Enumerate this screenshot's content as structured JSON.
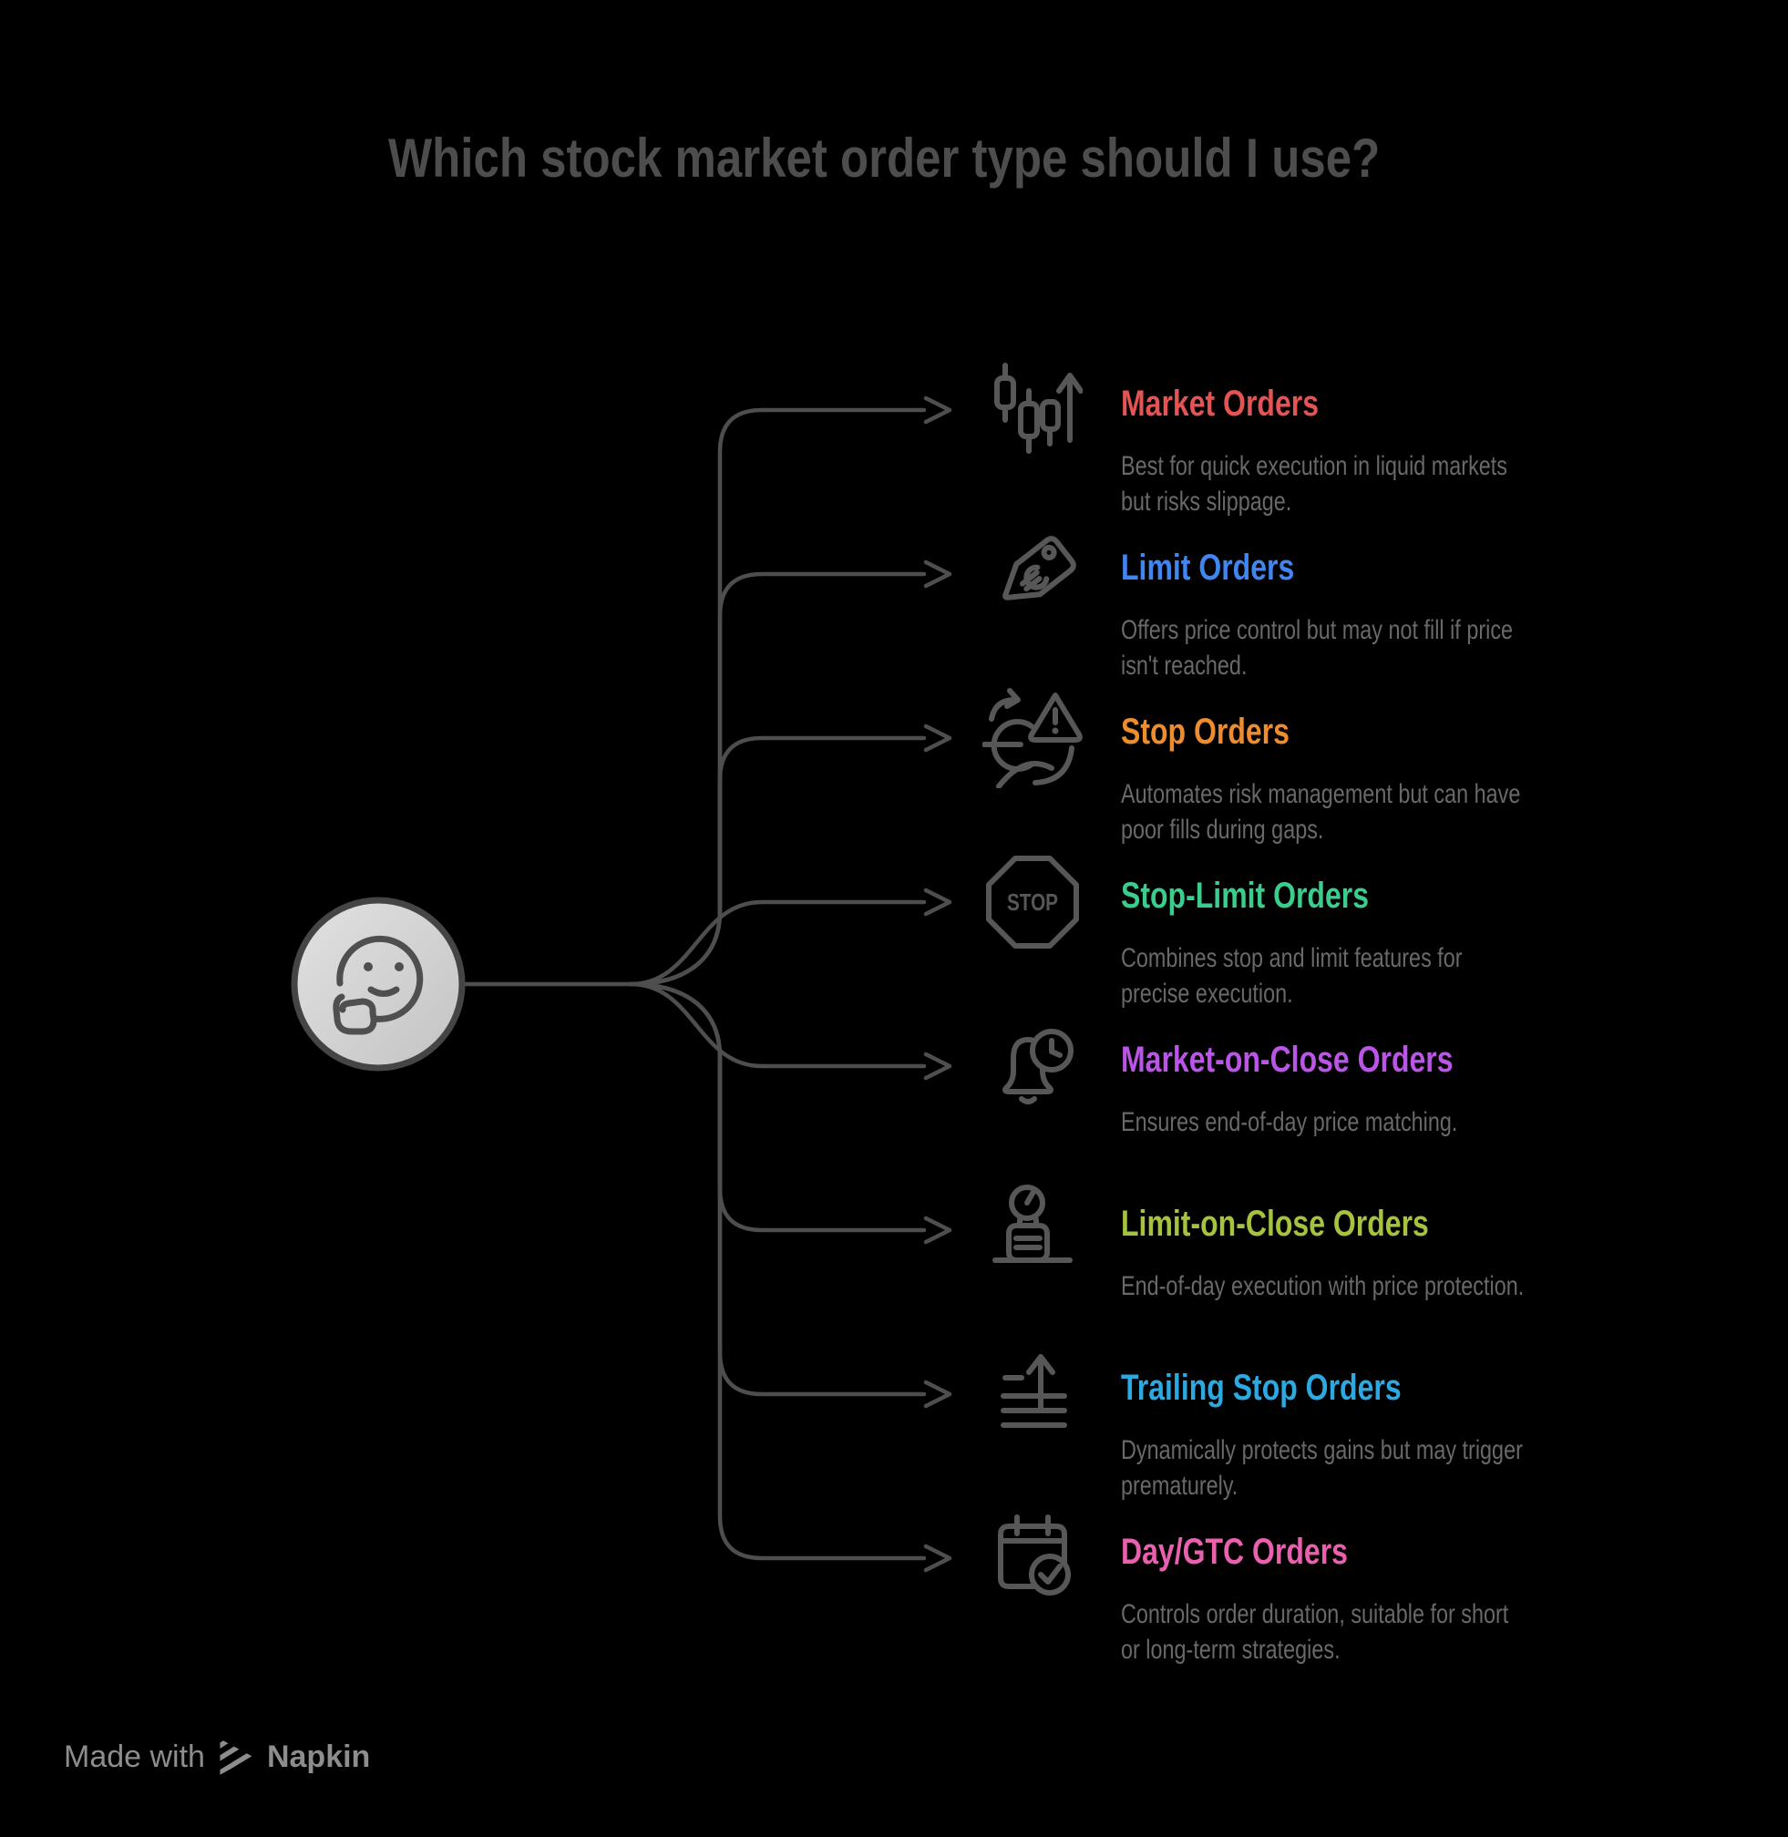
{
  "title": {
    "text": "Which stock market order type should I use?",
    "color": "#4d4d4d"
  },
  "center": {
    "icon": "thinking-face",
    "circle_fill_top": "#e2e2e2",
    "circle_fill_bottom": "#c3c3c3",
    "ring_color": "#454545"
  },
  "style": {
    "background": "#000000",
    "connector_color": "#4e4e4e",
    "icon_color": "#575757",
    "description_color": "#696969",
    "footer_color": "#8d8d8d"
  },
  "items": [
    {
      "title": "Market Orders",
      "color": "#e45454",
      "icon": "candlestick-chart",
      "description": "Best for quick execution in liquid markets\nbut risks slippage."
    },
    {
      "title": "Limit Orders",
      "color": "#4186f0",
      "icon": "price-tag",
      "description": "Offers price control but may not fill if price\nisn't reached."
    },
    {
      "title": "Stop Orders",
      "color": "#ee8d2e",
      "icon": "currency-warning",
      "description": "Automates risk management but can have\npoor fills during gaps."
    },
    {
      "title": "Stop-Limit Orders",
      "color": "#3bcd8e",
      "icon": "stop-sign",
      "icon_text": "STOP",
      "description": "Combines stop and limit features for\nprecise execution."
    },
    {
      "title": "Market-on-Close Orders",
      "color": "#ba55e8",
      "icon": "bell-clock",
      "description": "Ensures end-of-day price matching."
    },
    {
      "title": "Limit-on-Close Orders",
      "color": "#a5c33e",
      "icon": "gauge-bag",
      "description": "End-of-day execution with price protection."
    },
    {
      "title": "Trailing Stop Orders",
      "color": "#2ba9e0",
      "icon": "trailing-arrow",
      "description": "Dynamically protects gains but may trigger\nprematurely."
    },
    {
      "title": "Day/GTC Orders",
      "color": "#e960ae",
      "icon": "calendar-check",
      "description": "Controls order duration, suitable for short\nor long-term strategies."
    }
  ],
  "footer": {
    "made_with": "Made with",
    "brand": "Napkin"
  }
}
